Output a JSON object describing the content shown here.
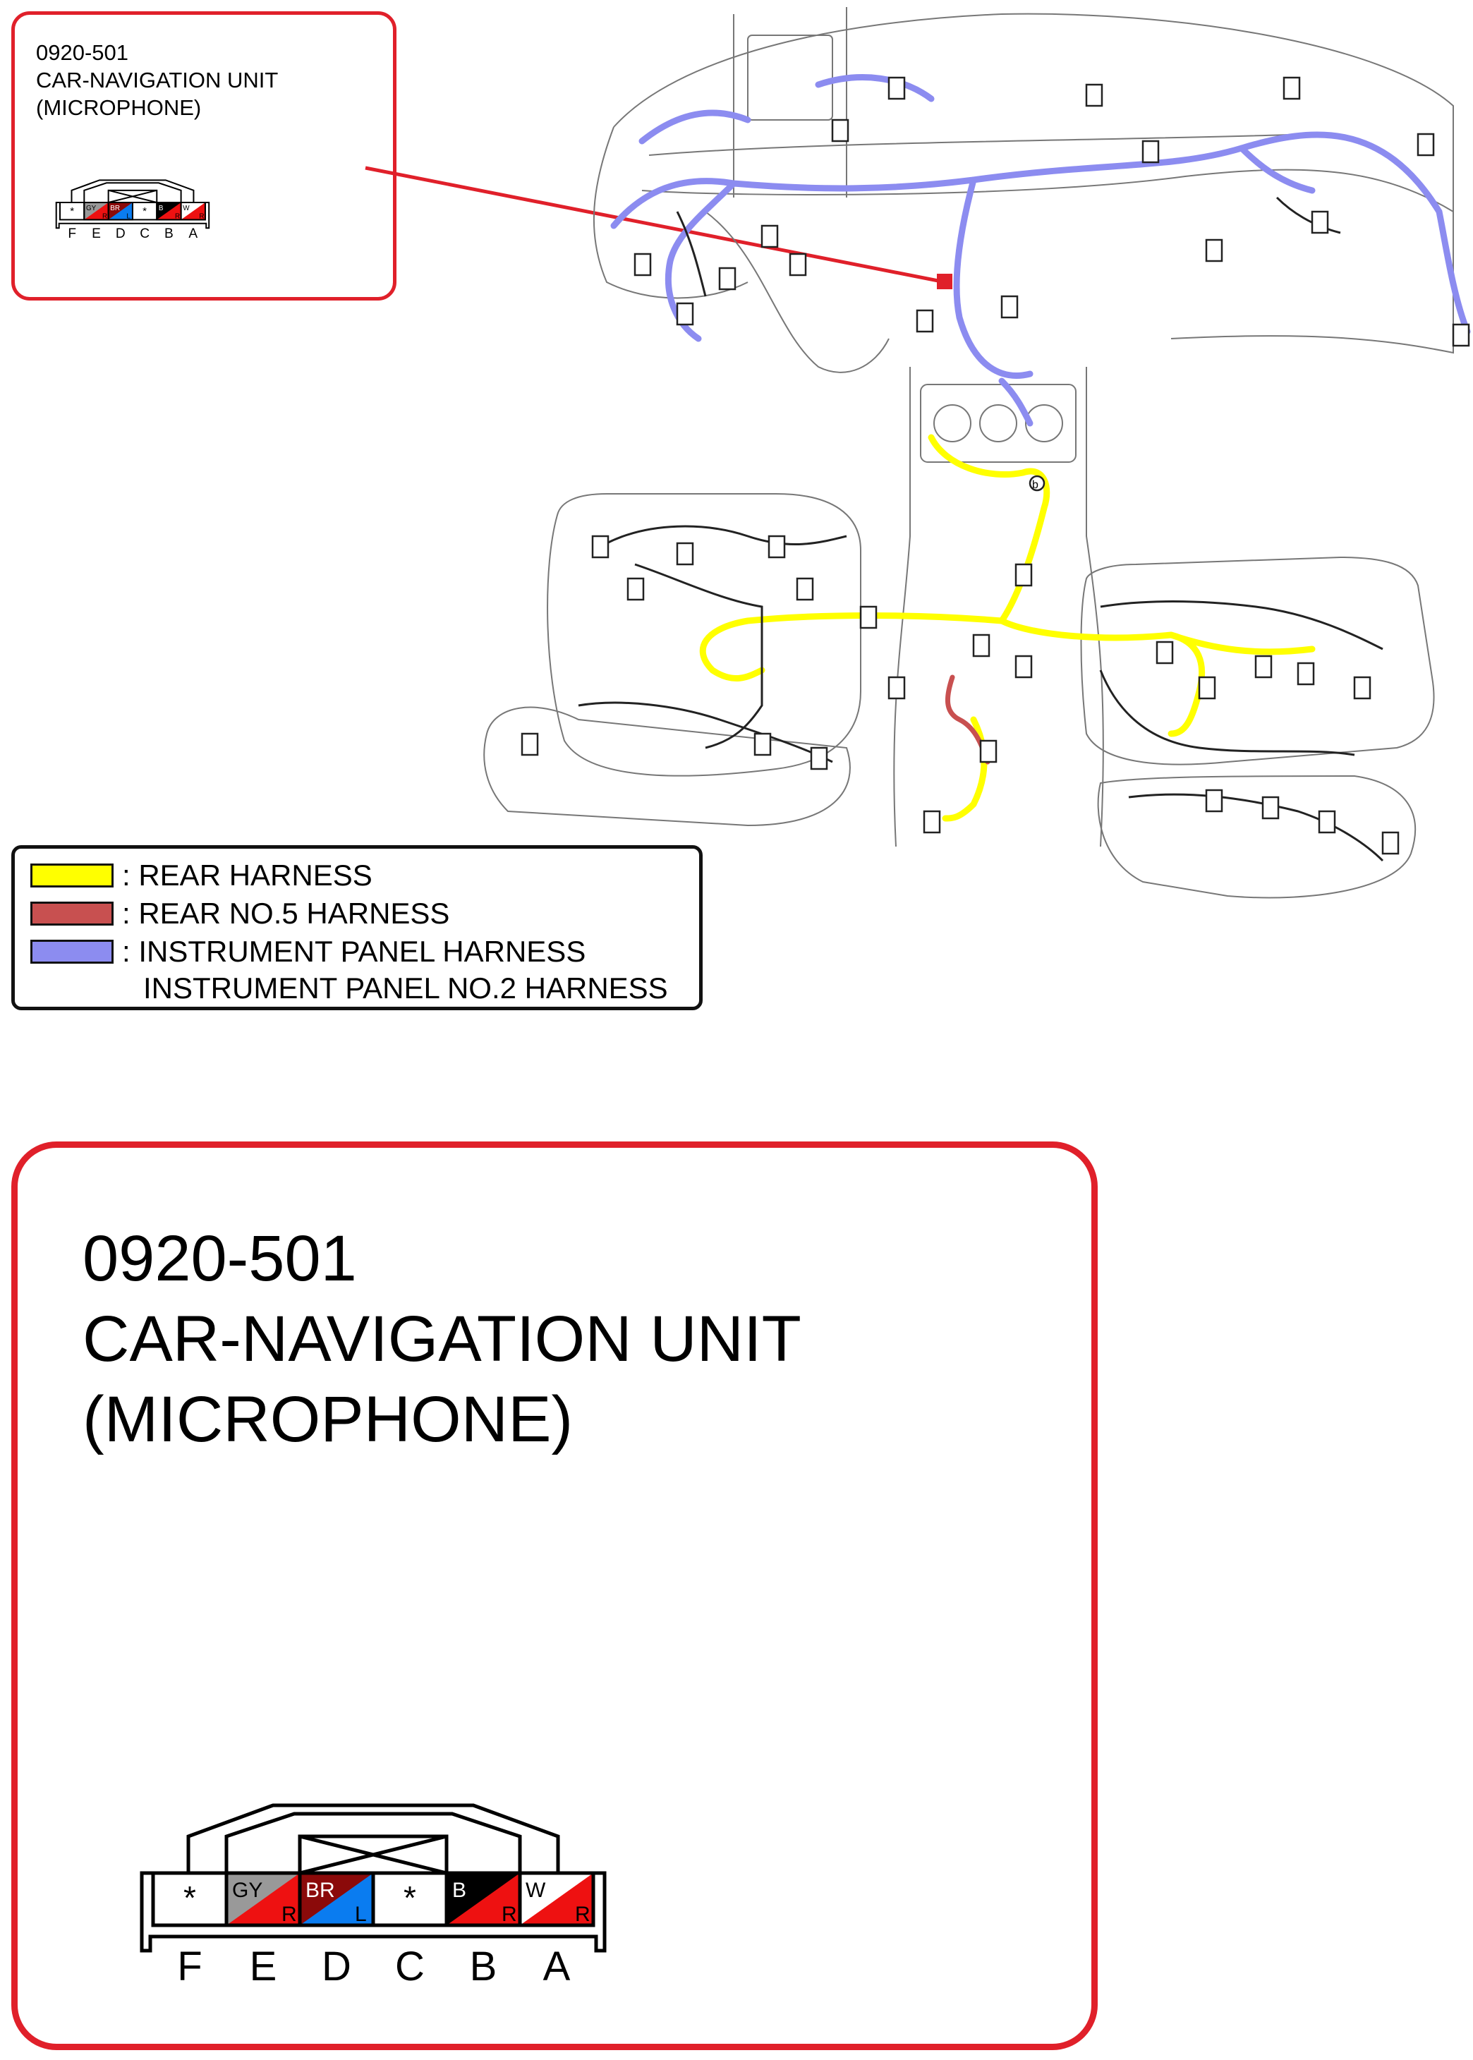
{
  "connector": {
    "code": "0920-501",
    "name": "CAR-NAVIGATION UNIT",
    "sub": "(MICROPHONE)",
    "pins": [
      {
        "label": "F",
        "top": "",
        "bottom": "",
        "empty": true,
        "c1": "#ffffff",
        "c2": "#ffffff"
      },
      {
        "label": "E",
        "top": "GY",
        "bottom": "R",
        "empty": false,
        "c1": "#999999",
        "c2": "#ee1111"
      },
      {
        "label": "D",
        "top": "BR",
        "bottom": "L",
        "empty": false,
        "c1": "#8b0a0a",
        "c2": "#0a7cf0"
      },
      {
        "label": "C",
        "top": "",
        "bottom": "",
        "empty": true,
        "c1": "#ffffff",
        "c2": "#ffffff"
      },
      {
        "label": "B",
        "top": "B",
        "bottom": "R",
        "empty": false,
        "c1": "#000000",
        "c2": "#ee1111"
      },
      {
        "label": "A",
        "top": "W",
        "bottom": "R",
        "empty": false,
        "c1": "#ffffff",
        "c2": "#ee1111"
      }
    ],
    "empty_symbol": "*"
  },
  "legend": [
    {
      "label": ": REAR HARNESS",
      "color": "#ffff00"
    },
    {
      "label": ": REAR NO.5 HARNESS",
      "color": "#c85050"
    },
    {
      "label": ": INSTRUMENT PANEL HARNESS",
      "label2": "INSTRUMENT PANEL NO.2 HARNESS",
      "color": "#8c8cf0"
    }
  ],
  "overview": {
    "marker": "b"
  },
  "colors": {
    "callout": "#e0202a",
    "rear": "#ffff00",
    "rear5": "#c85050",
    "panel": "#8c8cf0"
  }
}
